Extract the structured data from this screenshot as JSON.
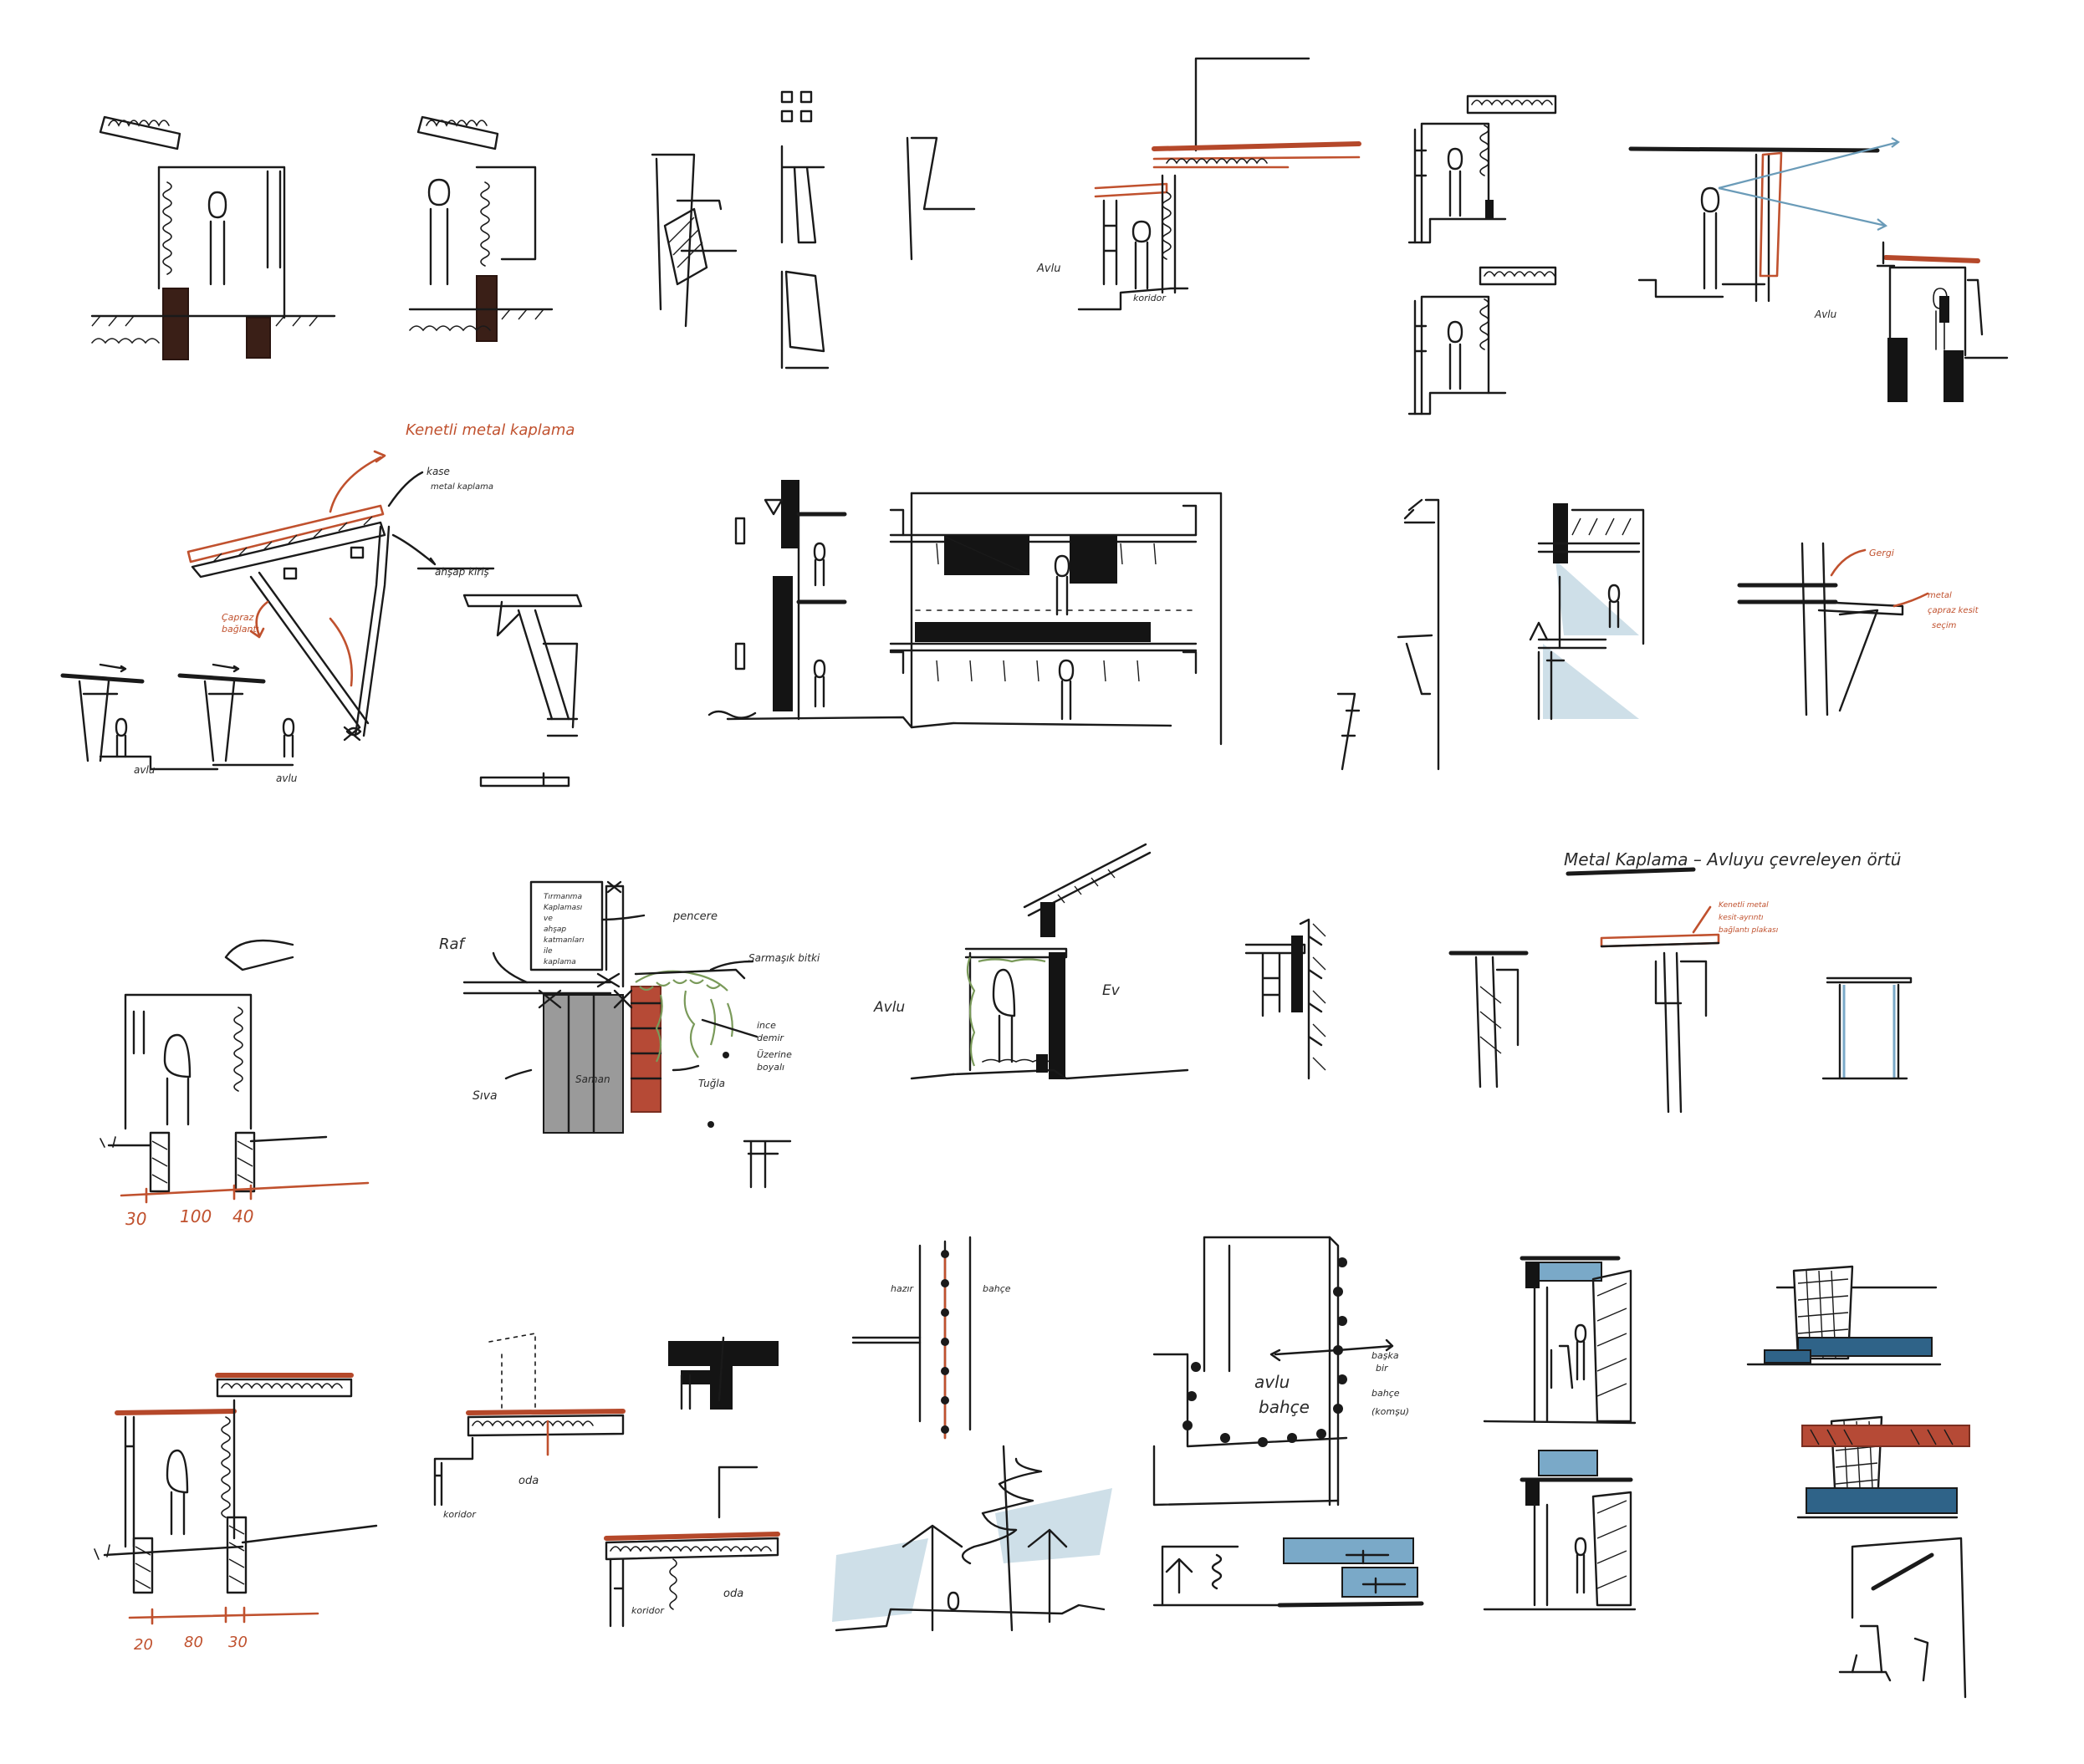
{
  "labels": {
    "s1_avlu": "Avlu",
    "s1_koridor": "koridor",
    "s1_avlu2": "Avlu",
    "s2_title": "Kenetli metal kaplama",
    "s2_kase": "kase",
    "s2_kase2": "metal kaplama",
    "s2_ahsap": "ahşap kiriş",
    "s2_gergi1": "Çapraz",
    "s2_gergi2": "bağlantı",
    "s2_avlu1": "avlu",
    "s2_avlu2": "avlu",
    "s3_gertme": "Gergi",
    "s3_metal1": "metal",
    "s3_metal2": "çapraz kesit",
    "s3_metal3": "seçim",
    "s4_raf": "Raf",
    "s4_pencere": "pencere",
    "s4_sarmasik": "Sarmaşık bitki",
    "s4_siva": "Sıva",
    "s4_saman": "Saman",
    "s4_tugla": "Tuğla",
    "s4_note1": "Tırmanma",
    "s4_note2": "Kaplaması",
    "s4_note3": "ve",
    "s4_note4": "ahşap",
    "s4_note5": "katmanları",
    "s4_note6": "ile",
    "s4_note7": "kaplama",
    "s4_ince1": "ince",
    "s4_ince2": "demir",
    "s4_ince3": "Üzerine",
    "s4_ince4": "boyalı",
    "s4_avlu": "Avlu",
    "s4_ev": "Ev",
    "s5_title": "Metal Kaplama – Avluyu çevreleyen örtü",
    "s5_r1": "Kenetli metal",
    "s5_r2": "kesit-ayrıntı",
    "s5_r3": "bağlantı plakası",
    "dim1": [
      "30",
      "100",
      "40"
    ],
    "dim2": [
      "20",
      "80",
      "30"
    ],
    "s6_koridor": "koridor",
    "s6_oda": "oda",
    "s6_koridor2": "koridor",
    "s6_oda2": "oda",
    "s7_hazir": "hazır",
    "s7_bahce": "bahçe",
    "s8_avlu1": "avlu",
    "s8_avlu2": "bahçe",
    "s8_r1": "başka",
    "s8_r2": "bir",
    "s8_r3": "bahçe",
    "s8_r4": "(komşu)"
  },
  "colors": {
    "ink": "#1a1a1a",
    "red_accent": "#c0512e",
    "light_blue": "#c9dce6",
    "mid_blue": "#7aa9c8",
    "dark_blue": "#2f6388",
    "grey_fill": "#9a9a9a",
    "brick": "#b64a36",
    "dark_brown": "#3a1f17",
    "vine_green": "#7a9a5a"
  }
}
